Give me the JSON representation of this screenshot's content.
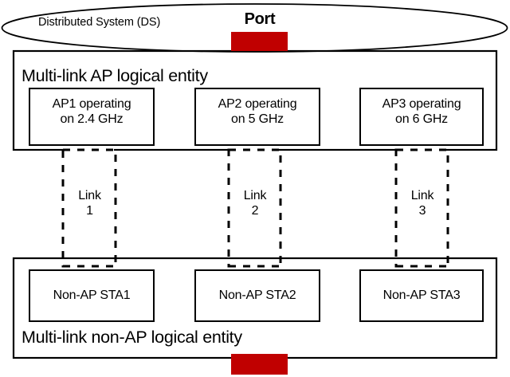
{
  "diagram": {
    "title_visible": false,
    "colors": {
      "port_red": "#c00000",
      "stroke": "#000000",
      "background": "#ffffff"
    },
    "ds": {
      "label": "Distributed System (DS)"
    },
    "port": {
      "label": "Port"
    },
    "ap_entity": {
      "title": "Multi-link AP logical entity",
      "aps": [
        {
          "label": "AP1 operating\non 2.4 GHz"
        },
        {
          "label": "AP2 operating\non 5 GHz"
        },
        {
          "label": "AP3 operating\non 6 GHz"
        }
      ]
    },
    "links": [
      {
        "label": "Link\n1"
      },
      {
        "label": "Link\n2"
      },
      {
        "label": "Link\n3"
      }
    ],
    "sta_entity": {
      "title": "Multi-link non-AP logical entity",
      "stas": [
        {
          "label": "Non-AP STA1"
        },
        {
          "label": "Non-AP STA2"
        },
        {
          "label": "Non-AP STA3"
        }
      ]
    }
  }
}
